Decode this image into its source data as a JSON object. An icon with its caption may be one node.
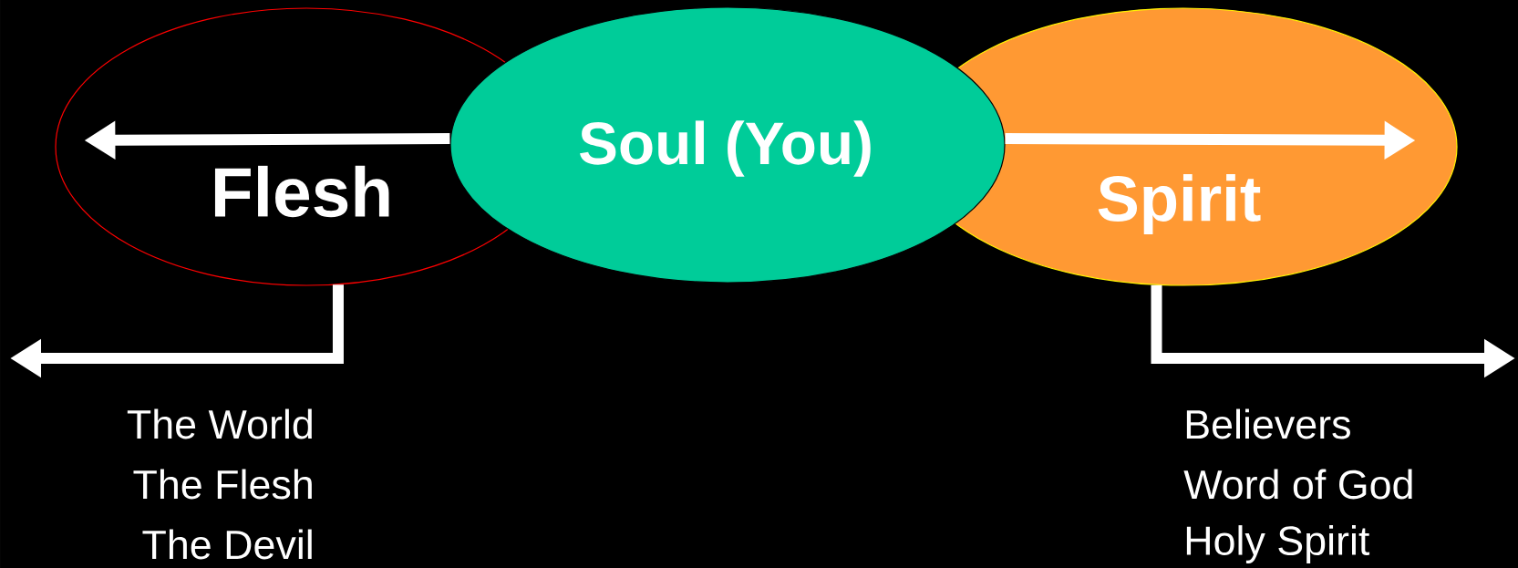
{
  "diagram": {
    "nodes": [
      {
        "text": [
          "Flesh"
        ]
      },
      {
        "text": [
          "Soul (You)"
        ]
      },
      {
        "text": [
          "Spirit"
        ]
      }
    ],
    "edges": [
      {
        "from": 1,
        "to": 0,
        "arrow": "to"
      },
      {
        "from": 1,
        "to": 2,
        "arrow": "to"
      },
      {
        "from": 0,
        "to": null,
        "arrow": "to"
      },
      {
        "from": 2,
        "to": null,
        "arrow": "to"
      }
    ],
    "labels": [
      "The World",
      "The Flesh",
      "The Devil",
      "Believers",
      "Word of God",
      "Holy Spirit"
    ]
  }
}
